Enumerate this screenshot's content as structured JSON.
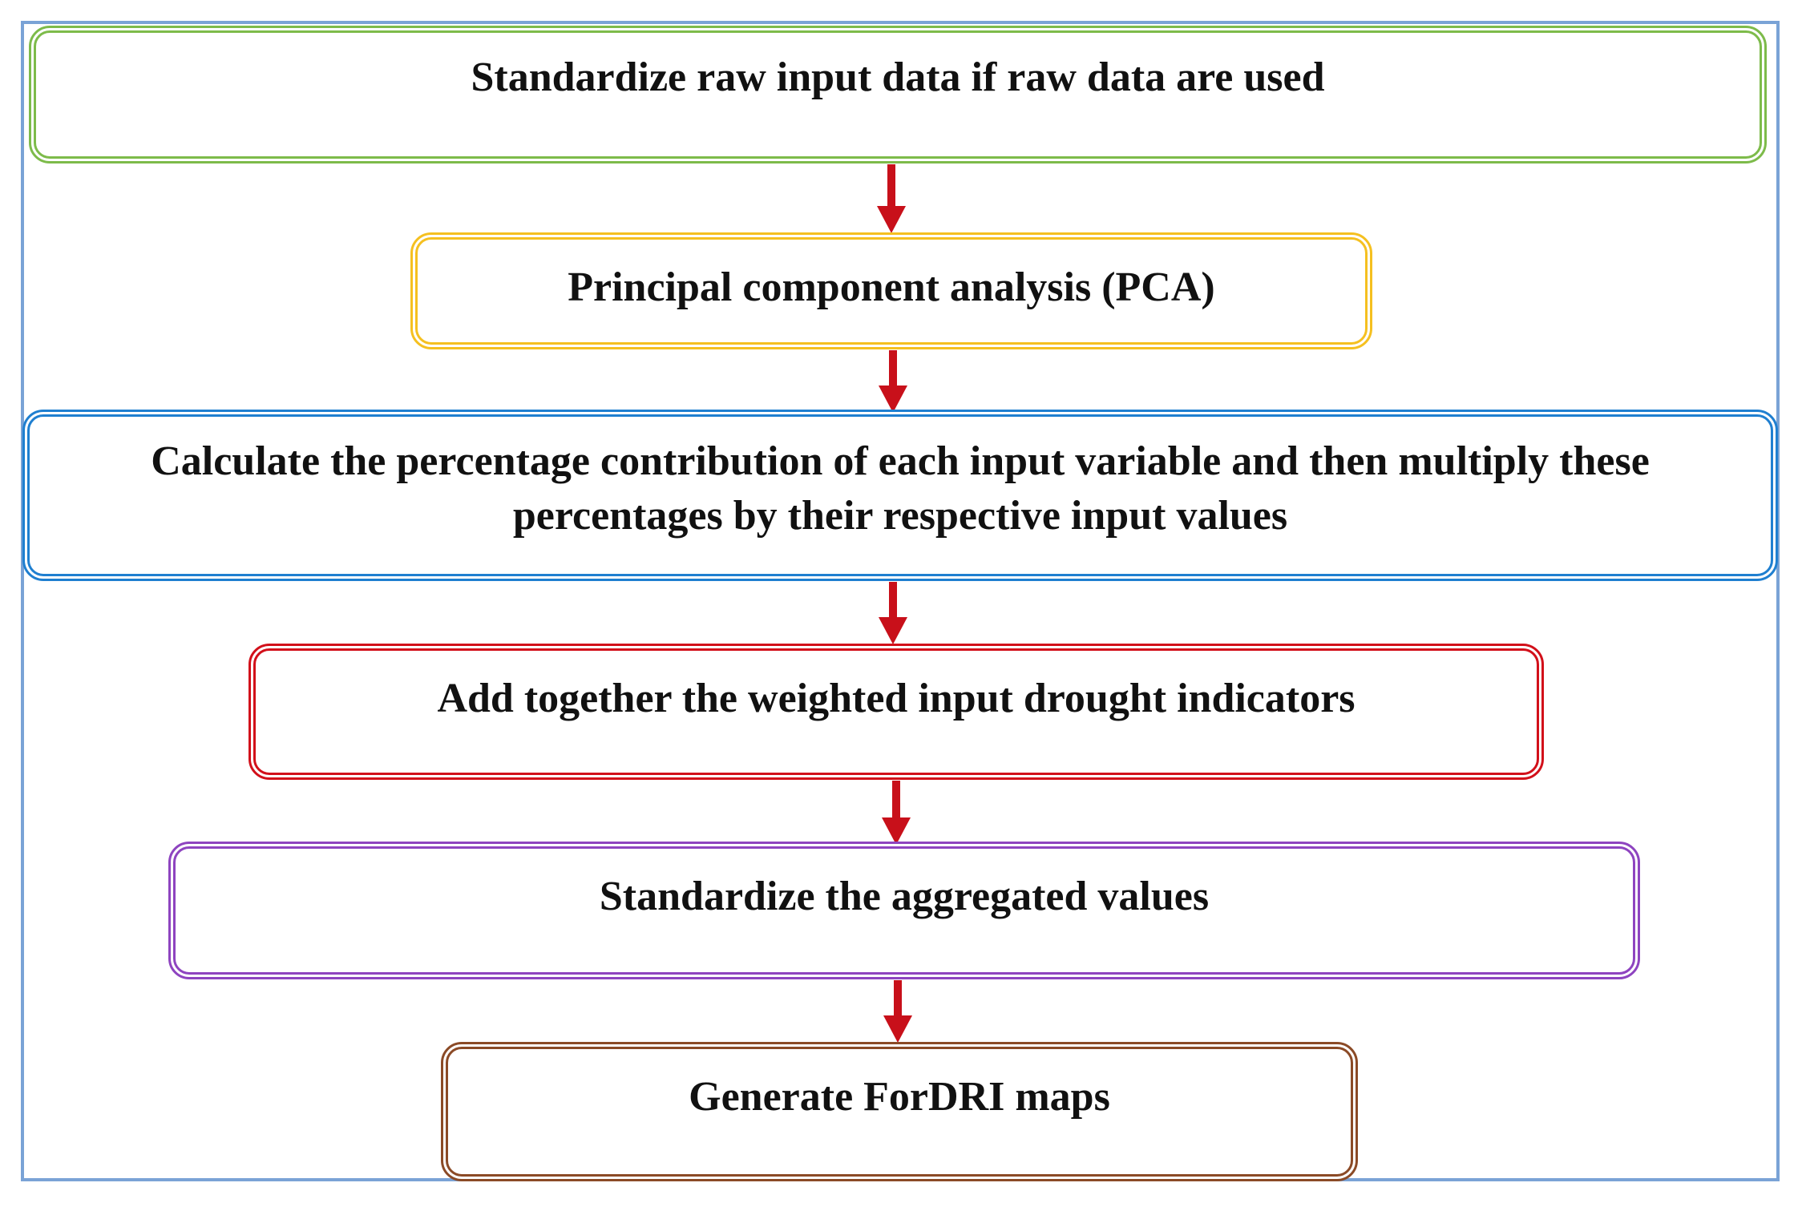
{
  "steps": [
    {
      "text": "Standardize raw input data if raw data are used",
      "border_color": "#7dbb4a"
    },
    {
      "text": "Principal component analysis (PCA)",
      "border_color": "#f5c020"
    },
    {
      "text": "Calculate the percentage contribution of each input variable and then multiply these percentages by their respective input values",
      "border_color": "#1f7fd0"
    },
    {
      "text": "Add together the weighted input drought indicators",
      "border_color": "#d2101a"
    },
    {
      "text": "Standardize the aggregated values",
      "border_color": "#8e44c0"
    },
    {
      "text": "Generate ForDRI maps",
      "border_color": "#8b4a26"
    }
  ],
  "arrow_color": "#c8101a",
  "frame_color": "#7aa3d6"
}
